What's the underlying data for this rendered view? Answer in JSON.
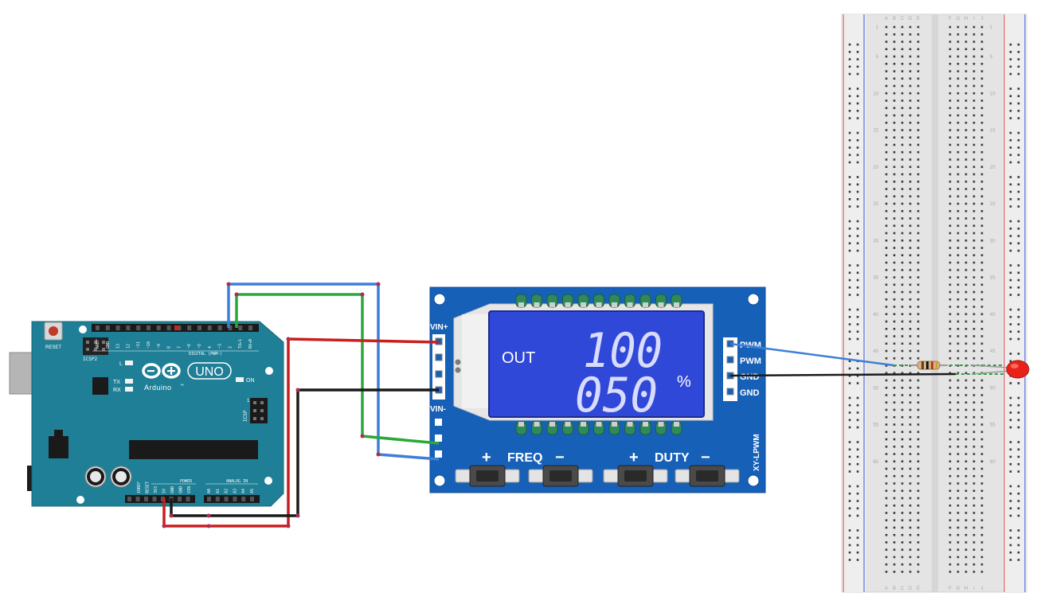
{
  "arduino": {
    "reset_label": "RESET",
    "icsp2_label": "ICSP2",
    "icsp_label": "ICSP",
    "brand": "Arduino",
    "brand_tm": "™",
    "model": "UNO",
    "led_l": "L",
    "led_tx": "TX",
    "led_rx": "RX",
    "led_on": "ON",
    "digital_label": "DIGITAL (PWM~)",
    "power_label": "POWER",
    "analog_label": "ANALOG IN",
    "top_pins": [
      "AREF",
      "GND",
      "13",
      "12",
      "~11",
      "~10",
      "~9",
      "8",
      "7",
      "~6",
      "~5",
      "4",
      "~3",
      "2",
      "TX▸1",
      "RX◂0"
    ],
    "power_pins": [
      "IOREF",
      "RESET",
      "3V3",
      "5V",
      "GND",
      "GND",
      "VIN"
    ],
    "analog_pins": [
      "A0",
      "A1",
      "A2",
      "A3",
      "A4",
      "A5"
    ],
    "icsp_pin1": "1"
  },
  "pwm_module": {
    "vin_plus": "VIN+",
    "vin_minus": "VIN-",
    "out_label": "OUT",
    "freq_value": "100",
    "duty_value": "050",
    "percent": "%",
    "freq_label": "FREQ",
    "duty_label": "DUTY",
    "plus": "+",
    "minus": "−",
    "model": "XY-LPWM",
    "right_pins": [
      "PWM",
      "PWM",
      "GND",
      "GND"
    ]
  },
  "breadboard": {
    "columns_left": [
      "A",
      "B",
      "C",
      "D",
      "E"
    ],
    "columns_right": [
      "F",
      "G",
      "H",
      "I",
      "J"
    ],
    "row_marks": [
      "1",
      "5",
      "10",
      "15",
      "20",
      "25",
      "30",
      "35",
      "40",
      "45",
      "50",
      "55",
      "60"
    ]
  },
  "colors": {
    "board_teal": "#1f7f96",
    "module_blue": "#1660b8",
    "lcd_blue": "#2f48d8",
    "wire_blue": "#3d7fd6",
    "wire_green": "#2aa83a",
    "wire_red": "#c81e1e",
    "wire_black": "#1a1a1a",
    "led_red": "#e8221a"
  }
}
